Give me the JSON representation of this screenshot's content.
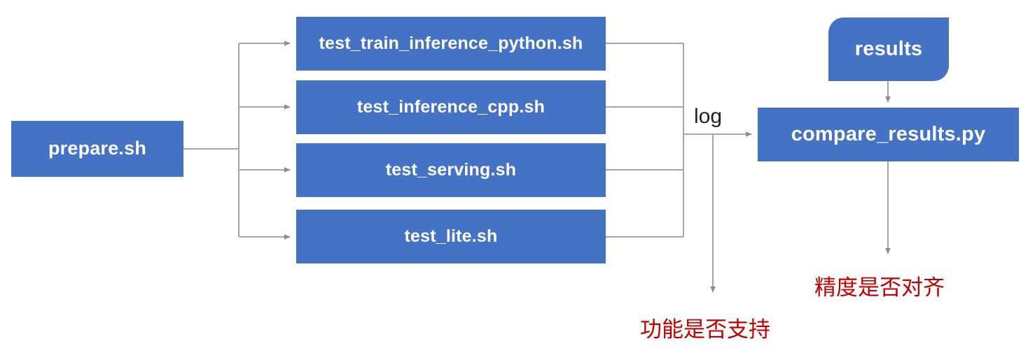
{
  "diagram": {
    "title_nodes": {
      "prepare": "prepare.sh",
      "results": "results",
      "compare": "compare_results.py"
    },
    "steps": [
      {
        "label": "test_train_inference_python.sh"
      },
      {
        "label": "test_inference_cpp.sh"
      },
      {
        "label": "test_serving.sh"
      },
      {
        "label": "test_lite.sh"
      }
    ],
    "edge_labels": {
      "log": "log"
    },
    "notes": [
      {
        "text": "功能是否支持"
      },
      {
        "text": "精度是否对齐"
      }
    ],
    "colors": {
      "node_fill": "#4472C4",
      "node_text": "#FFFFFF",
      "connector": "#A6A6A6",
      "note_text": "#C00000",
      "background": "#FFFFFF"
    }
  }
}
